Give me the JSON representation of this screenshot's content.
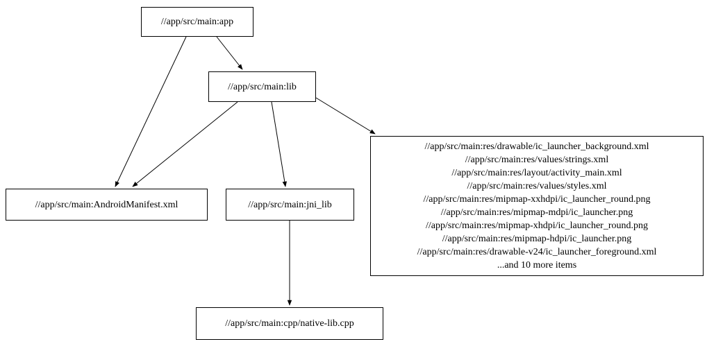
{
  "diagram": {
    "type": "dependency-graph",
    "colors": {
      "background": "#ffffff",
      "node_fill": "#ffffff",
      "node_border": "#000000",
      "edge": "#000000"
    },
    "nodes": {
      "app": {
        "label": "//app/src/main:app"
      },
      "lib": {
        "label": "//app/src/main:lib"
      },
      "android_manifest": {
        "label": "//app/src/main:AndroidManifest.xml"
      },
      "jni_lib": {
        "label": "//app/src/main:jni_lib"
      },
      "res_group": {
        "label": "//app/src/main:res/drawable/ic_launcher_background.xml\n//app/src/main:res/values/strings.xml\n//app/src/main:res/layout/activity_main.xml\n//app/src/main:res/values/styles.xml\n//app/src/main:res/mipmap-xxhdpi/ic_launcher_round.png\n//app/src/main:res/mipmap-mdpi/ic_launcher.png\n//app/src/main:res/mipmap-xhdpi/ic_launcher_round.png\n//app/src/main:res/mipmap-hdpi/ic_launcher.png\n//app/src/main:res/drawable-v24/ic_launcher_foreground.xml\n...and 10 more items"
      },
      "native_lib": {
        "label": "//app/src/main:cpp/native-lib.cpp"
      }
    },
    "edges": [
      {
        "from": "app",
        "to": "android_manifest"
      },
      {
        "from": "app",
        "to": "lib"
      },
      {
        "from": "lib",
        "to": "android_manifest"
      },
      {
        "from": "lib",
        "to": "jni_lib"
      },
      {
        "from": "lib",
        "to": "res_group"
      },
      {
        "from": "jni_lib",
        "to": "native_lib"
      }
    ]
  }
}
